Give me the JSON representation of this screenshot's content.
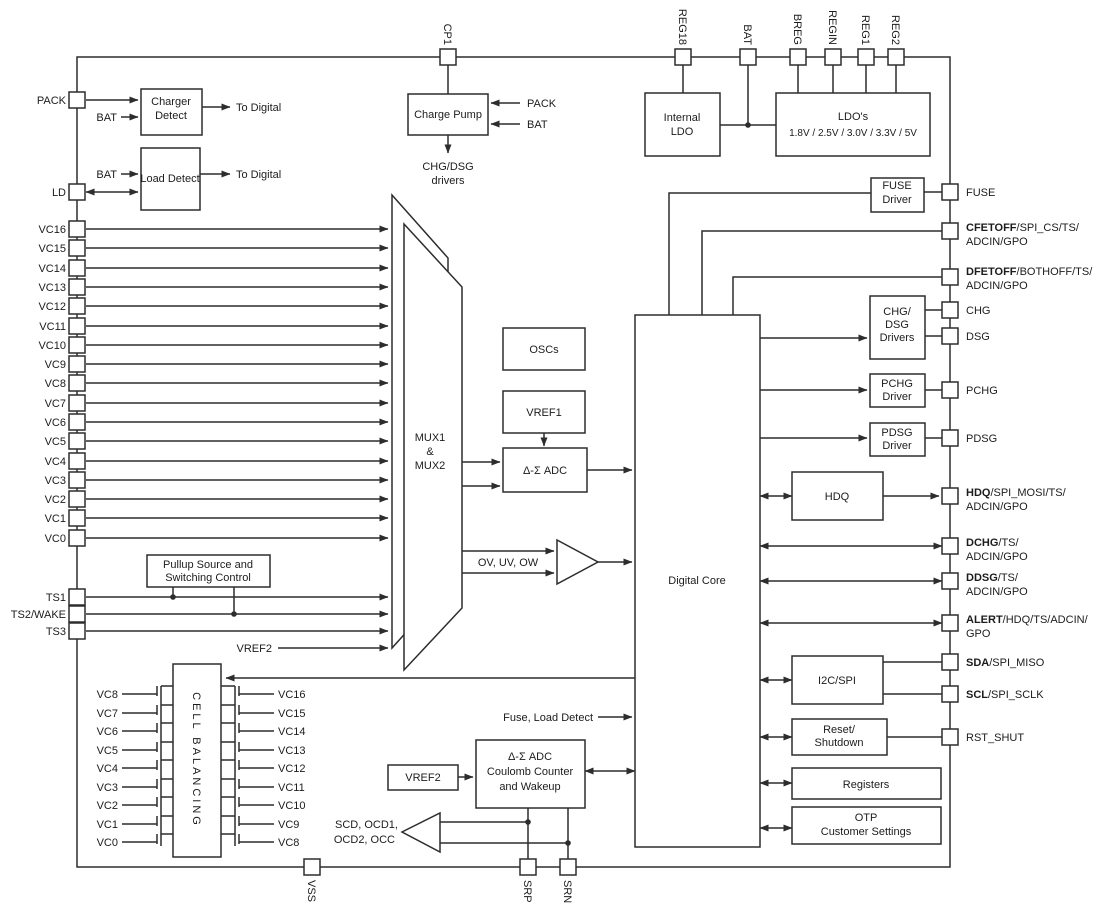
{
  "colors": {
    "line": "#2d2d2d",
    "text": "#1c1c1c",
    "background": "#ffffff"
  },
  "pins": {
    "top": [
      "CP1",
      "REG18",
      "BAT",
      "BREG",
      "REGIN",
      "REG1",
      "REG2"
    ],
    "pack": "PACK",
    "ld": "LD",
    "vc": [
      "VC16",
      "VC15",
      "VC14",
      "VC13",
      "VC12",
      "VC11",
      "VC10",
      "VC9",
      "VC8",
      "VC7",
      "VC6",
      "VC5",
      "VC4",
      "VC3",
      "VC2",
      "VC1",
      "VC0"
    ],
    "ts": [
      "TS1",
      "TS2/WAKE",
      "TS3"
    ],
    "right": [
      {
        "b": "",
        "r": "FUSE",
        "l2": ""
      },
      {
        "b": "CFETOFF",
        "r": "/SPI_CS/TS/",
        "l2": "ADCIN/GPO"
      },
      {
        "b": "DFETOFF",
        "r": "/BOTHOFF/TS/",
        "l2": "ADCIN/GPO"
      },
      {
        "b": "",
        "r": "CHG",
        "l2": ""
      },
      {
        "b": "",
        "r": "DSG",
        "l2": ""
      },
      {
        "b": "",
        "r": "PCHG",
        "l2": ""
      },
      {
        "b": "",
        "r": "PDSG",
        "l2": ""
      },
      {
        "b": "HDQ",
        "r": "/SPI_MOSI/TS/",
        "l2": "ADCIN/GPO"
      },
      {
        "b": "DCHG",
        "r": "/TS/",
        "l2": "ADCIN/GPO"
      },
      {
        "b": "DDSG",
        "r": "/TS/",
        "l2": "ADCIN/GPO"
      },
      {
        "b": "ALERT",
        "r": "/HDQ/TS/ADCIN/",
        "l2": "GPO"
      },
      {
        "b": "SDA",
        "r": "/SPI_MISO",
        "l2": ""
      },
      {
        "b": "SCL",
        "r": "/SPI_SCLK",
        "l2": ""
      },
      {
        "b": "",
        "r": "RST_SHUT",
        "l2": ""
      }
    ],
    "bottom": [
      "VSS",
      "SRP",
      "SRN"
    ]
  },
  "blocks": {
    "charger_detect": {
      "l1": "Charger",
      "l2": "Detect"
    },
    "load_detect": {
      "l1": "Load Detect"
    },
    "charge_pump": {
      "l1": "Charge Pump"
    },
    "internal_ldo": {
      "l1": "Internal",
      "l2": "LDO"
    },
    "ldos": {
      "l1": "LDO's",
      "l2": "1.8V / 2.5V / 3.0V / 3.3V / 5V"
    },
    "fuse_driver": {
      "l1": "FUSE",
      "l2": "Driver"
    },
    "chg_dsg_drivers": {
      "l1": "CHG/",
      "l2": "DSG",
      "l3": "Drivers"
    },
    "pchg_driver": {
      "l1": "PCHG",
      "l2": "Driver"
    },
    "pdsg_driver": {
      "l1": "PDSG",
      "l2": "Driver"
    },
    "hdq": {
      "l1": "HDQ"
    },
    "i2c_spi": {
      "l1": "I2C/SPI"
    },
    "reset_shutdown": {
      "l1": "Reset/",
      "l2": "Shutdown"
    },
    "registers": {
      "l1": "Registers"
    },
    "otp": {
      "l1": "OTP",
      "l2": "Customer Settings"
    },
    "digital_core": {
      "l1": "Digital Core"
    },
    "mux": {
      "l1": "MUX1",
      "l2": "&",
      "l3": "MUX2"
    },
    "oscs": {
      "l1": "OSCs"
    },
    "vref1": {
      "l1": "VREF1"
    },
    "adc": {
      "l1": "Δ-Σ  ADC"
    },
    "pullup": {
      "l1": "Pullup Source and",
      "l2": "Switching Control"
    },
    "cell_balancing": {
      "l1": "CELL BALANCING"
    },
    "vref2_box": {
      "l1": "VREF2"
    },
    "coulomb": {
      "l1": "Δ-Σ ADC",
      "l2": "Coulomb Counter",
      "l3": "and Wakeup"
    }
  },
  "annotations": {
    "to_digital_top": "To Digital",
    "to_digital_bottom": "To Digital",
    "bat_top": "BAT",
    "bat_bottom": "BAT",
    "cp_pack": "PACK",
    "cp_bat": "BAT",
    "cp_out1": "CHG/DSG",
    "cp_out2": "drivers",
    "ov_uv_ow": "OV, UV, OW",
    "vref2": "VREF2",
    "fuse_load_detect": "Fuse, Load Detect",
    "scd1": "SCD, OCD1,",
    "scd2": "OCD2, OCC"
  },
  "cell_balancing_rows": {
    "left": [
      "VC8",
      "VC7",
      "VC6",
      "VC5",
      "VC4",
      "VC3",
      "VC2",
      "VC1",
      "VC0"
    ],
    "right": [
      "VC16",
      "VC15",
      "VC14",
      "VC13",
      "VC12",
      "VC11",
      "VC10",
      "VC9",
      "VC8"
    ]
  }
}
